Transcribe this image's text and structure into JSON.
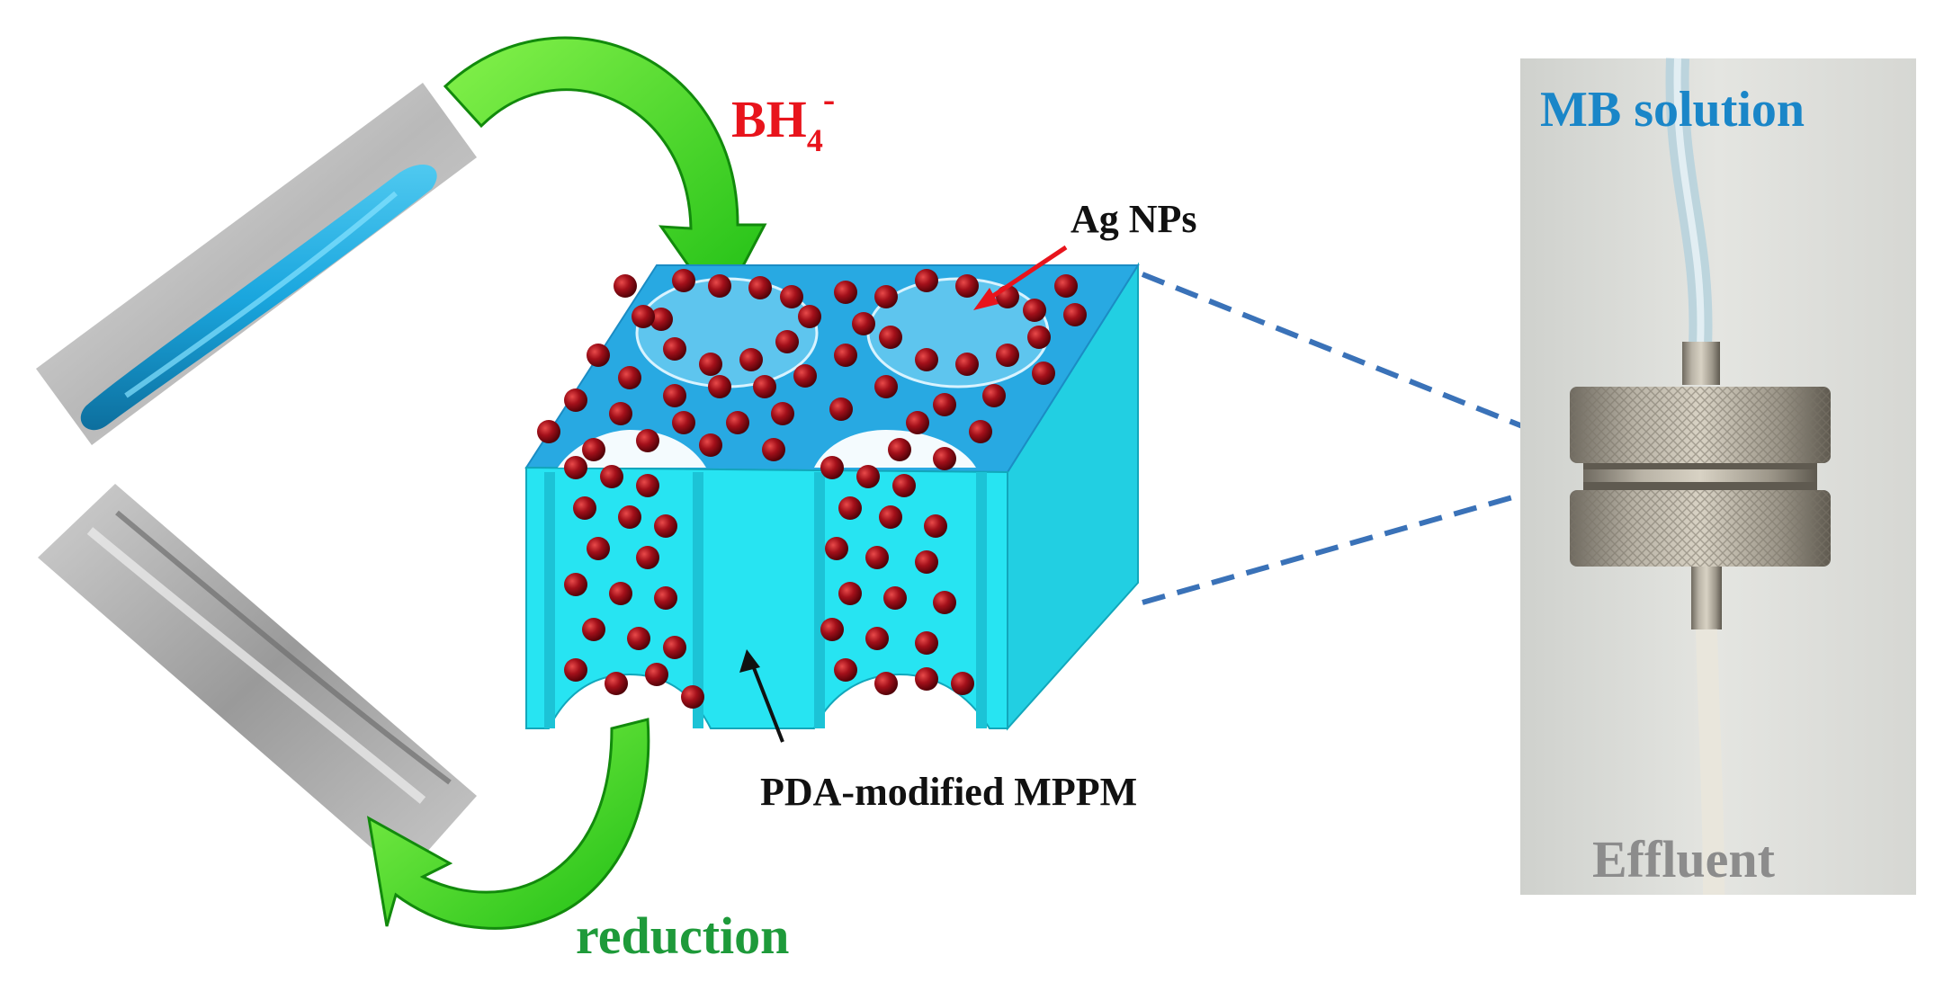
{
  "labels": {
    "bh4_base": "BH",
    "bh4_sub": "4",
    "bh4_sup": "-",
    "ag_nps": "Ag NPs",
    "pda_membrane": "PDA-modified MPPM",
    "reduction": "reduction",
    "mb_solution": "MB solution",
    "effluent": "Effluent"
  },
  "colors": {
    "bh4": "#e8141c",
    "reduction": "#1e9a3a",
    "mb_solution": "#1a86c8",
    "effluent": "#8c8c8c",
    "membrane_top": "#2ab0e6",
    "membrane_face": "#27e4f2",
    "nanoparticle": "#a0101a",
    "arrow_green": "#42d81c",
    "dashed_line": "#3a72b8"
  },
  "icons": {
    "cycle_arrows": "curved-green-arrow-icon",
    "ag_pointer": "red-arrow-icon",
    "membrane_pointer": "black-arrow-icon"
  }
}
